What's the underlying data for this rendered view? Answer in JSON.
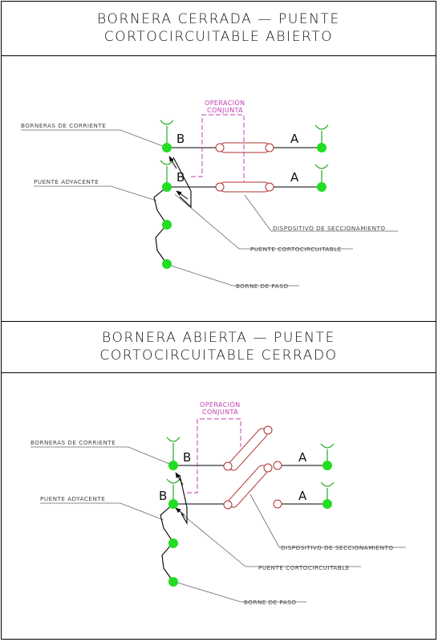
{
  "panel_top": {
    "title_line1": "BORNERA CERRADA — PUENTE",
    "title_line2": "CORTOCIRCUITABLE ABIERTO",
    "label_bornera": "BORNERAS DE CORRIENTE",
    "label_puente_adyacente": "PUENTE ADYACENTE",
    "label_dispositivo": "DISPOSITIVO DE SECCIONAMIENTO",
    "label_puente_corto": "PUENTE CORTOCIRCUITABLE",
    "label_borne_paso": "BORNE DE PASO",
    "op_line1": "OPERACIÓN",
    "op_line2": "CONJUNTA",
    "letter_b": "B",
    "letter_a": "A"
  },
  "panel_bottom": {
    "title_line1": "BORNERA ABIERTA — PUENTE",
    "title_line2": "CORTOCIRCUITABLE CERRADO",
    "label_bornera": "BORNERAS DE CORRIENTE",
    "label_puente_adyacente": "PUENTE ADYACENTE",
    "label_dispositivo": "DISPOSITIVO DE SECCIONAMIENTO",
    "label_puente_corto": "PUENTE CORTOCIRCUITABLE",
    "label_borne_paso": "BORNE DE PASO",
    "op_line1": "OPERACIÓN",
    "op_line2": "CONJUNTA",
    "letter_b": "B",
    "letter_a": "A"
  },
  "colors": {
    "terminal": "#22dd22",
    "wire": "#000000",
    "sleeve": "#b03030",
    "joint_operation": "#c03cb0",
    "label": "#444444"
  }
}
